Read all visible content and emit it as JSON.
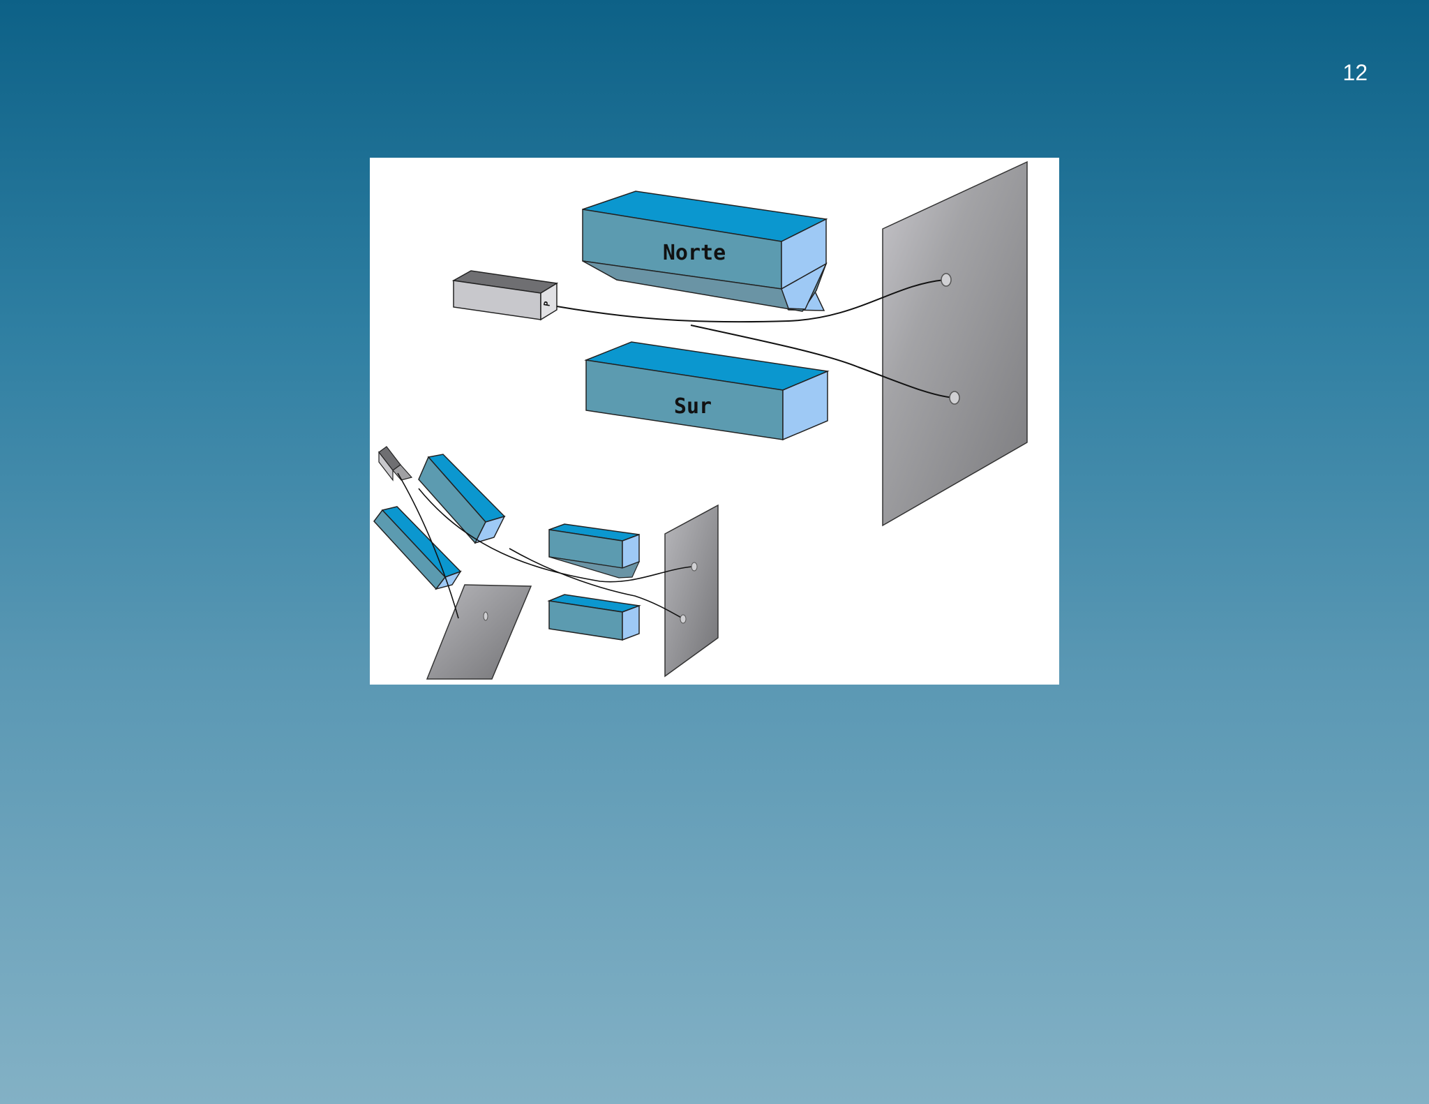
{
  "slide": {
    "number": "12"
  },
  "diagram": {
    "magnet_north_label": "Norte",
    "magnet_south_label": "Sur",
    "source_label": "P",
    "colors": {
      "magnet_top": "#0b97cf",
      "magnet_front": "#5c9bb0",
      "magnet_side": "#9ec9f5",
      "screen": "#8f8f92",
      "source_body": "#c8c8cc",
      "source_top": "#6f6f72"
    }
  }
}
